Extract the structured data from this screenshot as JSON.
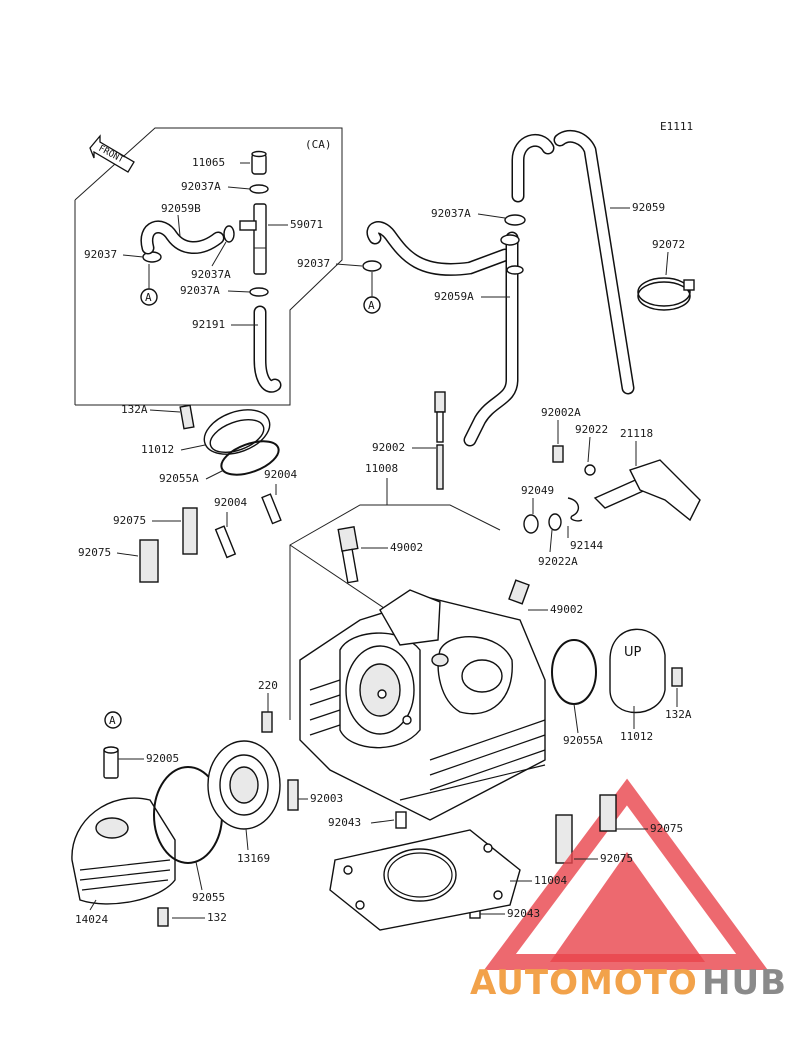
{
  "diagram_code": "E1111",
  "variant_label": "(CA)",
  "front_label": "FRONT",
  "callout_a": "A",
  "parts": [
    {
      "id": "p11065",
      "label": "11065"
    },
    {
      "id": "p92037A_1",
      "label": "92037A"
    },
    {
      "id": "p92059B",
      "label": "92059B"
    },
    {
      "id": "p59071",
      "label": "59071"
    },
    {
      "id": "p92037_1",
      "label": "92037"
    },
    {
      "id": "p92037A_2",
      "label": "92037A"
    },
    {
      "id": "p92037A_3",
      "label": "92037A"
    },
    {
      "id": "p92191",
      "label": "92191"
    },
    {
      "id": "p92037A_4",
      "label": "92037A"
    },
    {
      "id": "p92059",
      "label": "92059"
    },
    {
      "id": "p92072",
      "label": "92072"
    },
    {
      "id": "p92037_2",
      "label": "92037"
    },
    {
      "id": "p92059A",
      "label": "92059A"
    },
    {
      "id": "p132A_1",
      "label": "132A"
    },
    {
      "id": "p11012_1",
      "label": "11012"
    },
    {
      "id": "p92055A_1",
      "label": "92055A"
    },
    {
      "id": "p92002",
      "label": "92002"
    },
    {
      "id": "p11008",
      "label": "11008"
    },
    {
      "id": "p92002A",
      "label": "92002A"
    },
    {
      "id": "p92022",
      "label": "92022"
    },
    {
      "id": "p21118",
      "label": "21118"
    },
    {
      "id": "p92004_1",
      "label": "92004"
    },
    {
      "id": "p92004_2",
      "label": "92004"
    },
    {
      "id": "p92075_1",
      "label": "92075"
    },
    {
      "id": "p92075_2",
      "label": "92075"
    },
    {
      "id": "p49002_1",
      "label": "49002"
    },
    {
      "id": "p92049",
      "label": "92049"
    },
    {
      "id": "p92144",
      "label": "92144"
    },
    {
      "id": "p92022A",
      "label": "92022A"
    },
    {
      "id": "p49002_2",
      "label": "49002"
    },
    {
      "id": "p220",
      "label": "220"
    },
    {
      "id": "p92005",
      "label": "92005"
    },
    {
      "id": "p92003",
      "label": "92003"
    },
    {
      "id": "p92043_1",
      "label": "92043"
    },
    {
      "id": "p92055A_2",
      "label": "92055A"
    },
    {
      "id": "p11012_2",
      "label": "11012"
    },
    {
      "id": "p132A_2",
      "label": "132A"
    },
    {
      "id": "p92075_3",
      "label": "92075"
    },
    {
      "id": "p92075_4",
      "label": "92075"
    },
    {
      "id": "p13169",
      "label": "13169"
    },
    {
      "id": "p11004",
      "label": "11004"
    },
    {
      "id": "p92055",
      "label": "92055"
    },
    {
      "id": "p14024",
      "label": "14024"
    },
    {
      "id": "p132",
      "label": "132"
    },
    {
      "id": "p92043_2",
      "label": "92043"
    }
  ],
  "cover_mark": "UP",
  "watermark": {
    "part1": "AUTOMOTO",
    "part2": "HUB",
    "color1": "#f2a24a",
    "color2": "#8a8a8a",
    "triangle_color": "#e8434b"
  }
}
